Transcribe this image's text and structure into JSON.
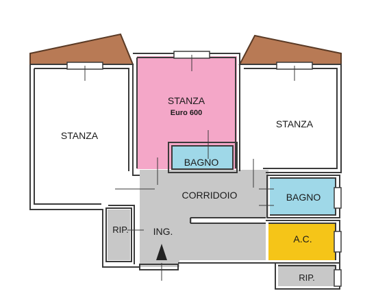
{
  "rooms": {
    "stanza_left": {
      "label": "STANZA"
    },
    "stanza_center": {
      "label": "STANZA",
      "price": "Euro 600",
      "color": "#f4a7c8"
    },
    "stanza_right": {
      "label": "STANZA"
    },
    "bagno_center": {
      "label": "BAGNO",
      "color": "#9fd8e8"
    },
    "bagno_right": {
      "label": "BAGNO",
      "color": "#9fd8e8"
    },
    "corridoio": {
      "label": "CORRIDOIO",
      "color": "#c8c8c8"
    },
    "rip_left": {
      "label": "RIP.",
      "color": "#c8c8c8"
    },
    "rip_bottom": {
      "label": "RIP.",
      "color": "#c8c8c8"
    },
    "ac": {
      "label": "A.C.",
      "color": "#f5c518"
    },
    "entrance": {
      "label": "ING."
    }
  },
  "colors": {
    "wall": "#3a3a3a",
    "terrace": "#b87a55",
    "terrace_edge": "#5a3a25"
  }
}
